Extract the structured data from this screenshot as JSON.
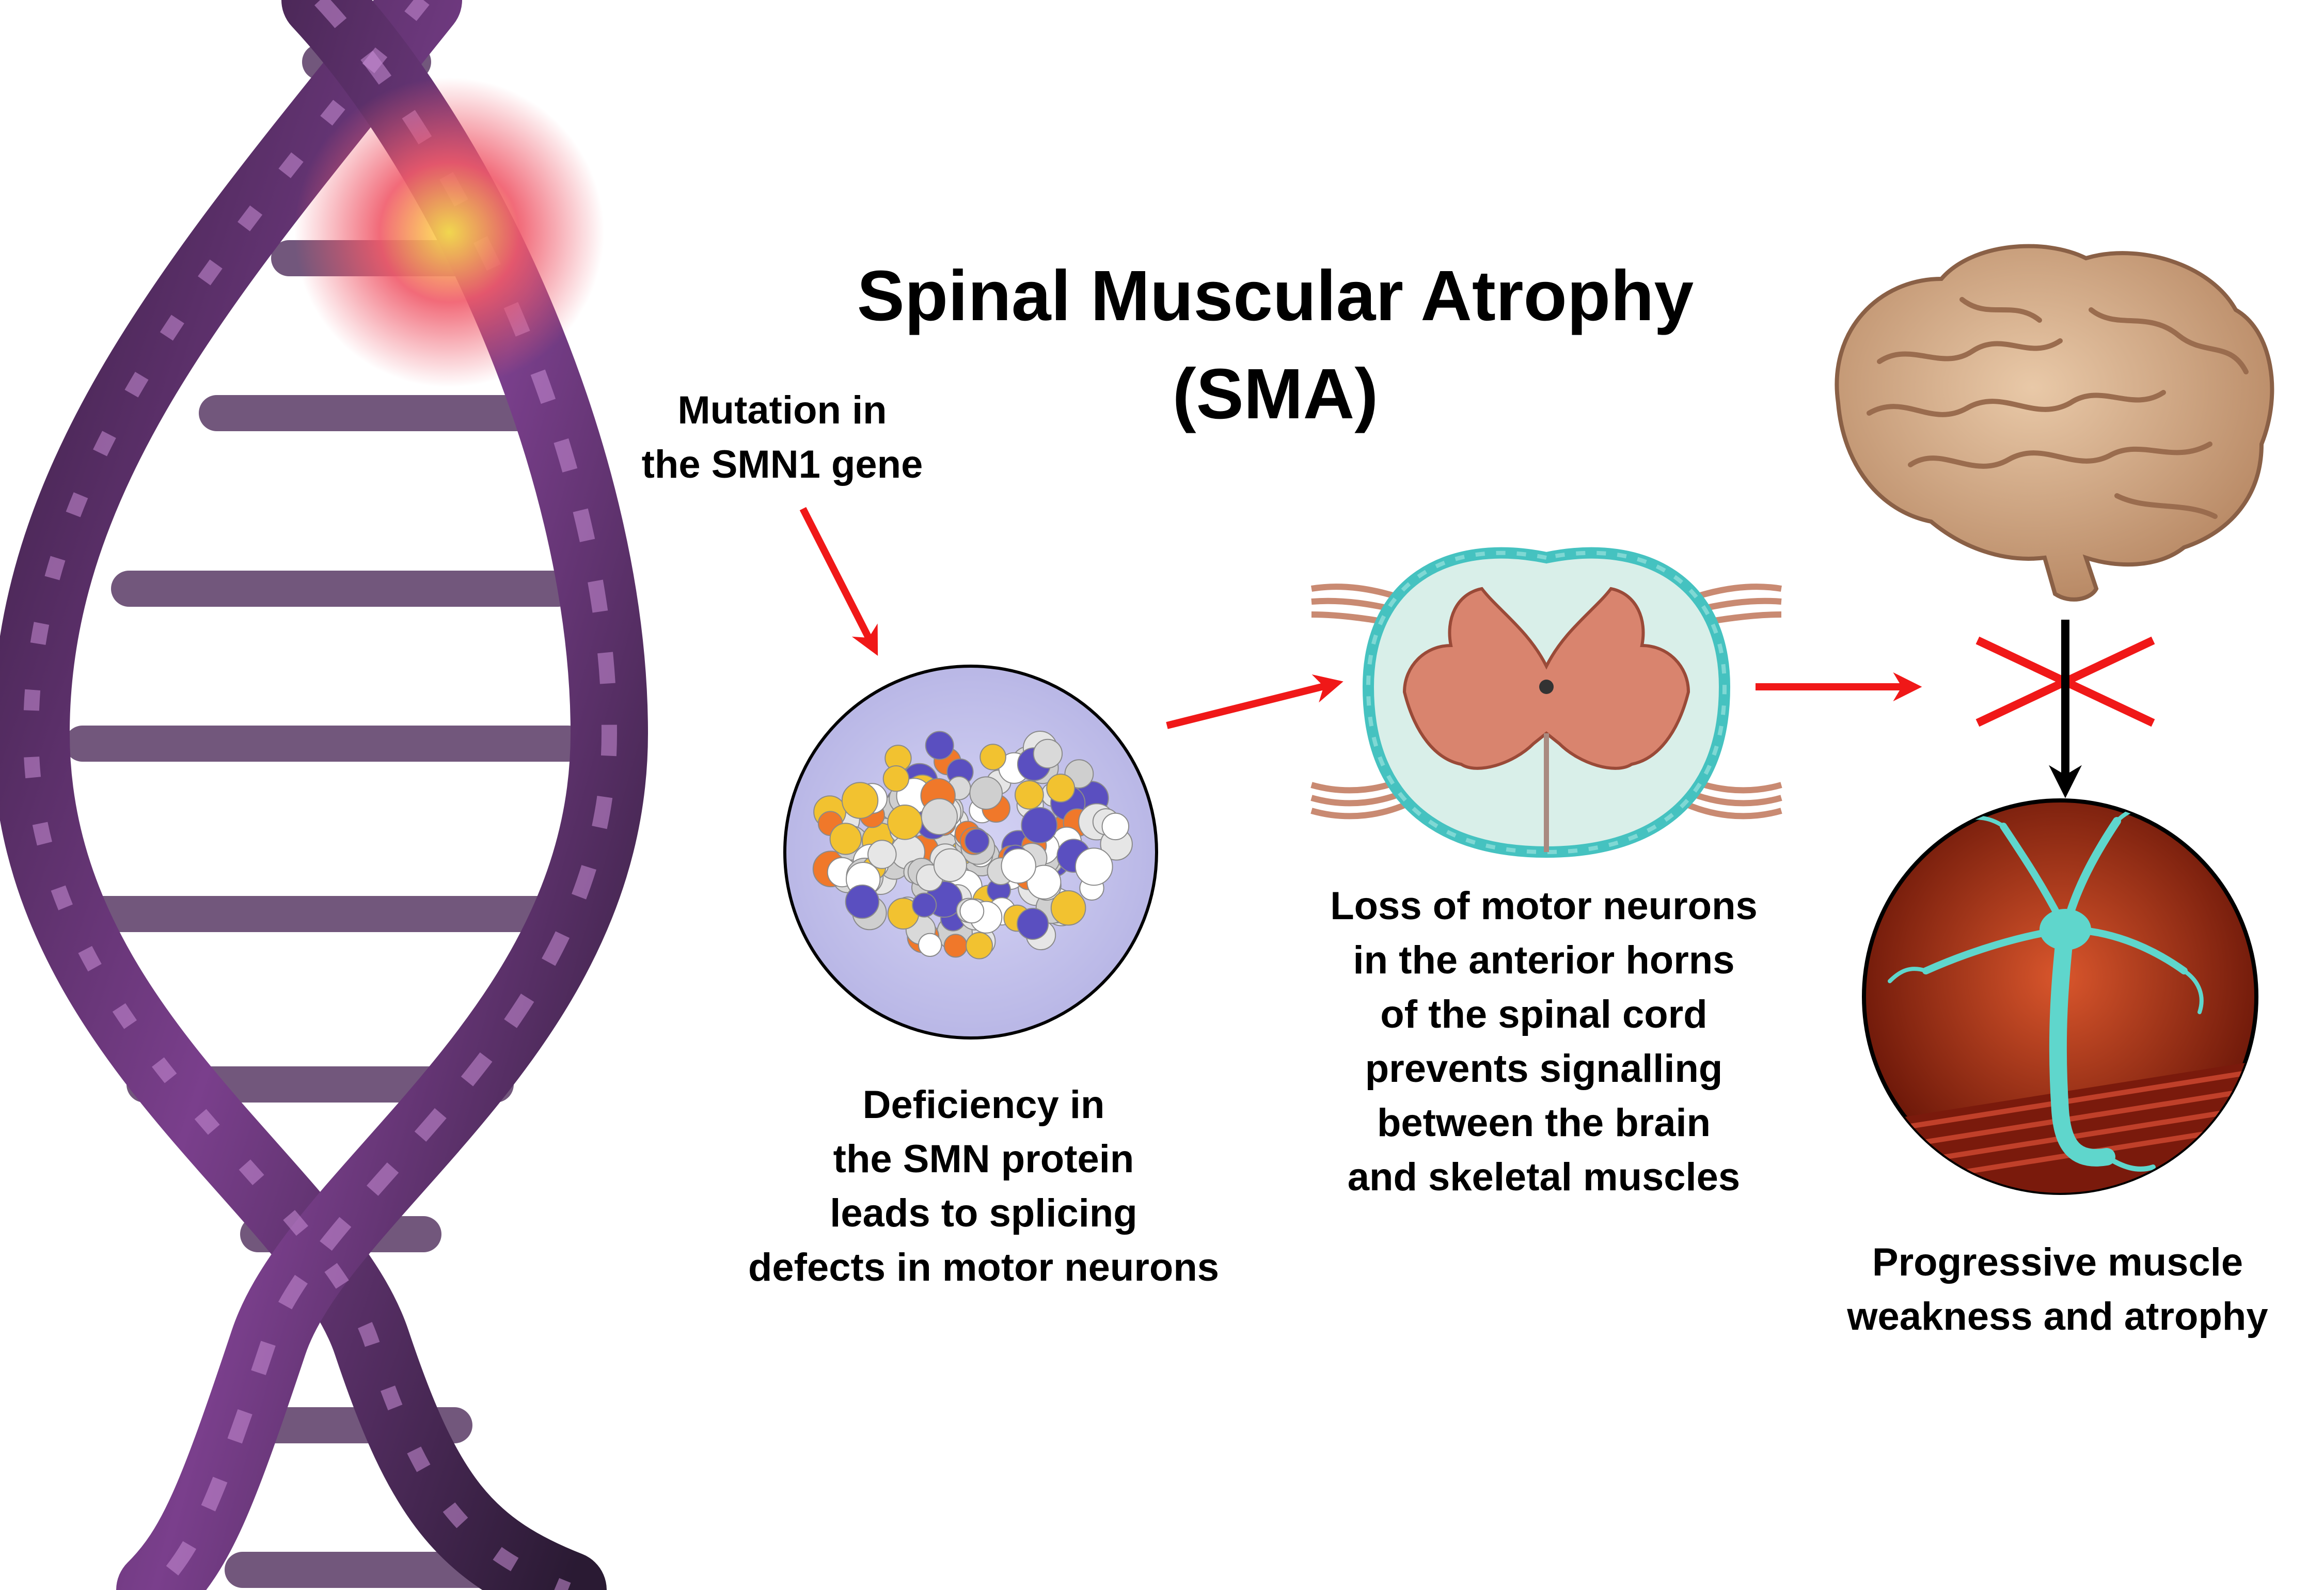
{
  "title": {
    "line1": "Spinal Muscular Atrophy",
    "line2": "(SMA)"
  },
  "labels": {
    "mutation": [
      "Mutation in",
      "the SMN1 gene"
    ],
    "deficiency": [
      "Deficiency in",
      "the SMN protein",
      "leads to splicing",
      "defects in motor neurons"
    ],
    "loss": [
      "Loss of motor neurons",
      "in the anterior horns",
      "of the spinal cord",
      "prevents signalling",
      "between the brain",
      "and skeletal muscles"
    ],
    "progressive": [
      "Progressive muscle",
      "weakness and atrophy"
    ]
  },
  "illustrations": {
    "dna": "dna-helix",
    "protein": "smn-protein-molecule",
    "spinal_cord": "spinal-cord-cross-section",
    "brain": "human-brain",
    "neuron": "motor-neuron-on-muscle"
  },
  "colors": {
    "arrow_red": "#f01818",
    "arrow_black": "#000000",
    "cross_red": "#f01818",
    "protein_bg": "#c9c8ee",
    "muscle_bg": "#b8341a"
  }
}
